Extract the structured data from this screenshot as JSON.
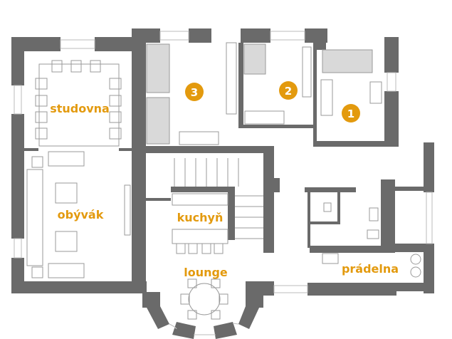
{
  "plan": {
    "rooms": [
      {
        "id": "studovna",
        "label": "studovna"
      },
      {
        "id": "obyvak",
        "label": "obývák"
      },
      {
        "id": "kuchyn",
        "label": "kuchyň"
      },
      {
        "id": "lounge",
        "label": "lounge"
      },
      {
        "id": "pradelna",
        "label": "prádelna"
      }
    ],
    "bedrooms": [
      {
        "number": "3"
      },
      {
        "number": "2"
      },
      {
        "number": "1"
      }
    ],
    "colors": {
      "wall": "#6a6a6a",
      "label": "#e39a0e",
      "bed": "#d9d9d9"
    }
  }
}
